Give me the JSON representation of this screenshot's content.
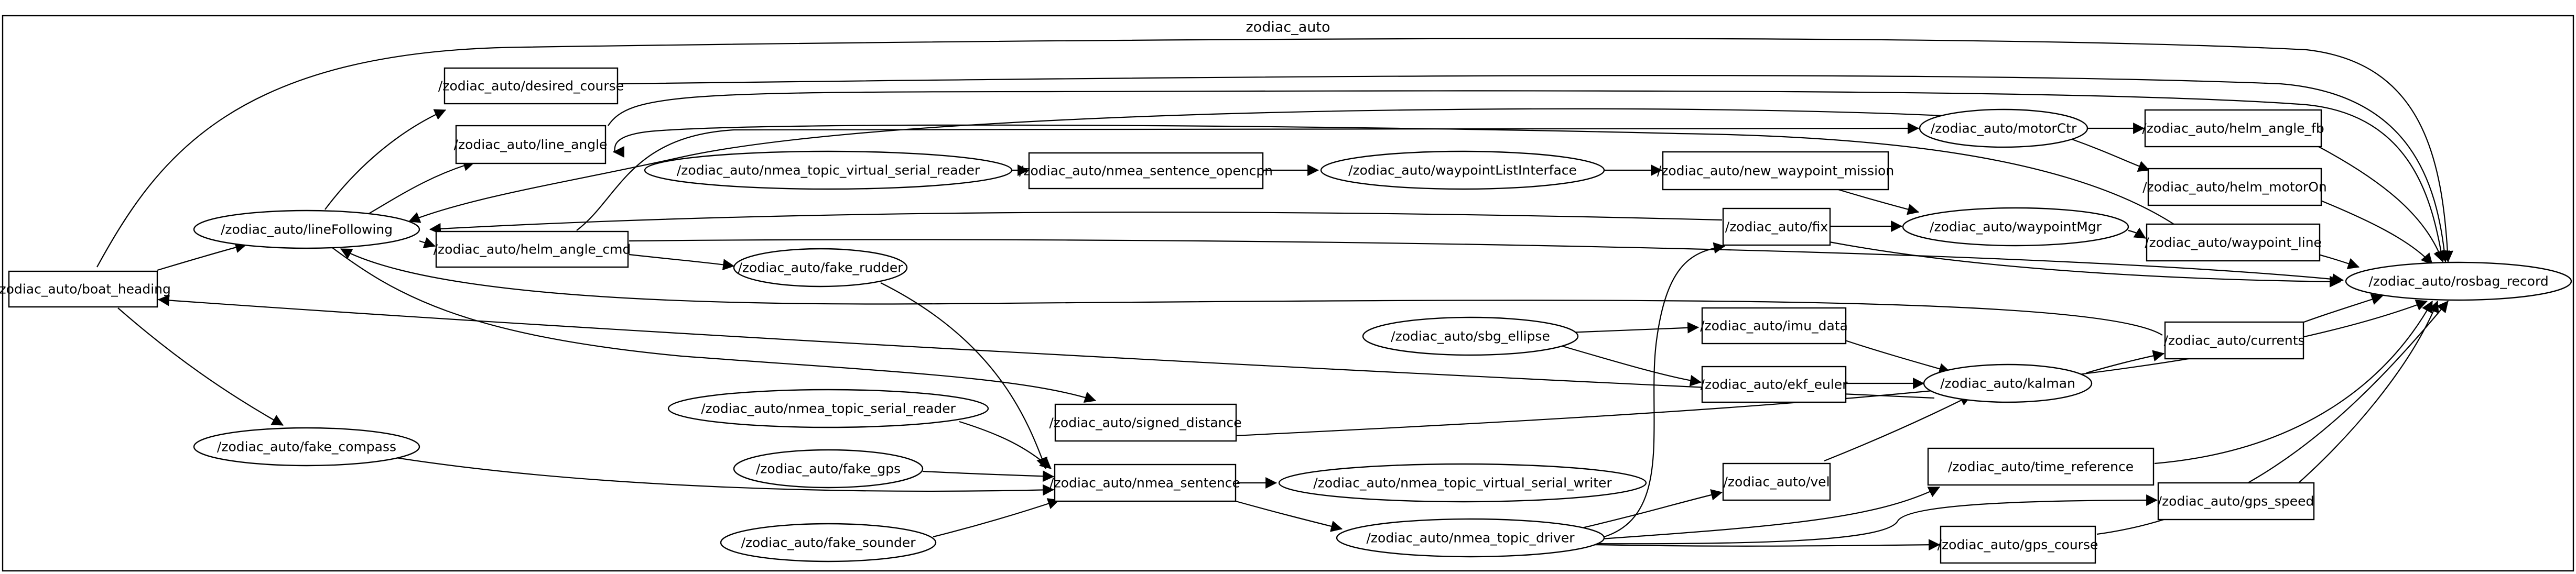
{
  "cluster": {
    "label": "zodiac_auto"
  },
  "nodes": {
    "boat_heading": "/zodiac_auto/boat_heading",
    "lineFollowing": "/zodiac_auto/lineFollowing",
    "desired_course": "/zodiac_auto/desired_course",
    "line_angle": "/zodiac_auto/line_angle",
    "helm_angle_cmd": "/zodiac_auto/helm_angle_cmd",
    "fake_rudder": "/zodiac_auto/fake_rudder",
    "fake_compass": "/zodiac_auto/fake_compass",
    "nmea_topic_virtual_serial_reader": "/zodiac_auto/nmea_topic_virtual_serial_reader",
    "nmea_sentence_opencpn": "/zodiac_auto/nmea_sentence_opencpn",
    "waypointListInterface": "/zodiac_auto/waypointListInterface",
    "new_waypoint_mission": "/zodiac_auto/new_waypoint_mission",
    "motorCtr": "/zodiac_auto/motorCtr",
    "helm_angle_fb": "/zodiac_auto/helm_angle_fb",
    "helm_motorOn": "/zodiac_auto/helm_motorOn",
    "fix": "/zodiac_auto/fix",
    "waypointMgr": "/zodiac_auto/waypointMgr",
    "waypoint_line": "/zodiac_auto/waypoint_line",
    "rosbag_record": "/zodiac_auto/rosbag_record",
    "sbg_ellipse": "/zodiac_auto/sbg_ellipse",
    "imu_data": "/zodiac_auto/imu_data",
    "ekf_euler": "/zodiac_auto/ekf_euler",
    "kalman": "/zodiac_auto/kalman",
    "currents": "/zodiac_auto/currents",
    "nmea_topic_serial_reader": "/zodiac_auto/nmea_topic_serial_reader",
    "signed_distance": "/zodiac_auto/signed_distance",
    "fake_gps": "/zodiac_auto/fake_gps",
    "nmea_sentence": "/zodiac_auto/nmea_sentence",
    "nmea_topic_virtual_serial_writer": "/zodiac_auto/nmea_topic_virtual_serial_writer",
    "vel": "/zodiac_auto/vel",
    "time_reference": "/zodiac_auto/time_reference",
    "gps_speed": "/zodiac_auto/gps_speed",
    "fake_sounder": "/zodiac_auto/fake_sounder",
    "nmea_topic_driver": "/zodiac_auto/nmea_topic_driver",
    "gps_course": "/zodiac_auto/gps_course"
  }
}
